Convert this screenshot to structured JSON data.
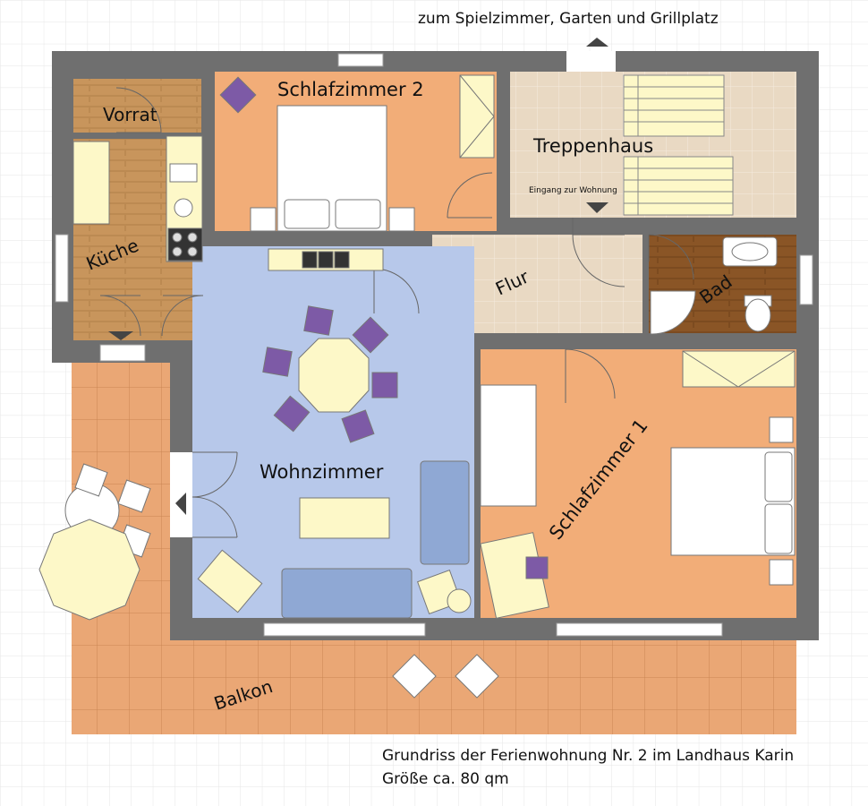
{
  "top_note": "zum Spielzimmer, Garten und Grillplatz",
  "rooms": {
    "vorrat": "Vorrat",
    "kueche": "Küche",
    "schlafzimmer2": "Schlafzimmer 2",
    "treppenhaus": "Treppenhaus",
    "eingang": "Eingang zur Wohnung",
    "flur": "Flur",
    "bad": "Bad",
    "wohnzimmer": "Wohnzimmer",
    "schlafzimmer1": "Schlafzimmer 1",
    "balkon": "Balkon"
  },
  "caption": {
    "line1": "Grundriss der Ferienwohnung Nr. 2 im Landhaus Karin",
    "line2": "Größe ca. 80 qm"
  },
  "colors": {
    "wall": "#6f6f6f",
    "wood": "#c8955c",
    "peach": "#f2ad78",
    "tile": "#e9d9c3",
    "bath": "#8a5526",
    "living": "#b7c8ea",
    "balcony": "#eaa775",
    "furniture": "#fdf8c8",
    "chair": "#7d5aa6",
    "sofa": "#8fa8d4"
  }
}
